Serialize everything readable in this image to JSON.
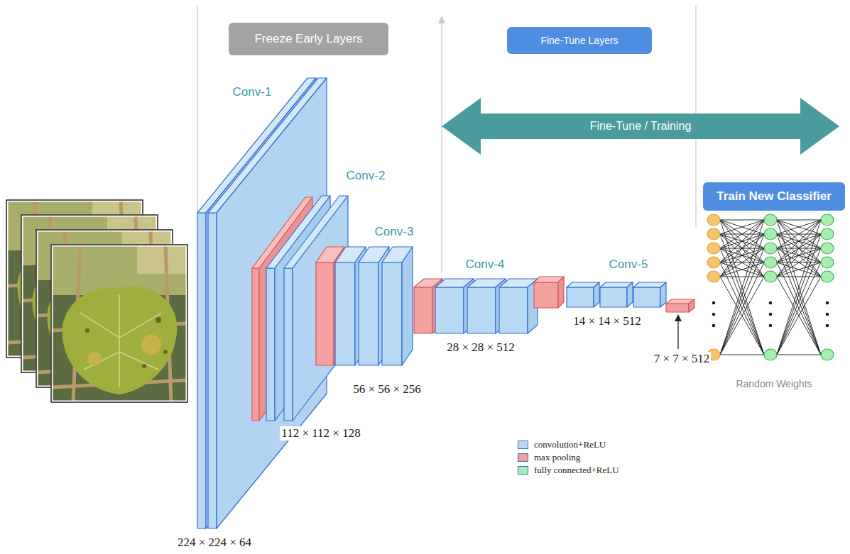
{
  "diagram": {
    "nodes": [
      {
        "text": [
          "Freeze Early Layers"
        ]
      },
      {
        "text": [
          "Fine-Tune Layers"
        ]
      },
      {
        "text": [
          "Fine-Tune / Training"
        ]
      },
      {
        "text": [
          "Train New Classifier"
        ]
      }
    ],
    "labels": [
      "Conv-1",
      "Conv-2",
      "Conv-3",
      "Conv-4",
      "Conv-5",
      "56 × 56 × 256",
      "28 × 28 × 512",
      "14 × 14 × 512",
      "7 × 7 × 512",
      "Random Weights",
      "112 × 112 × 128",
      "224 × 224 × 64"
    ],
    "legend": [
      {
        "text": "convolution+ReLU",
        "color": "#b9d9f3"
      },
      {
        "text": "max pooling",
        "color": "#f2a0a0"
      },
      {
        "text": "fully connected+ReLU",
        "color": "#a6eeb0"
      }
    ]
  }
}
